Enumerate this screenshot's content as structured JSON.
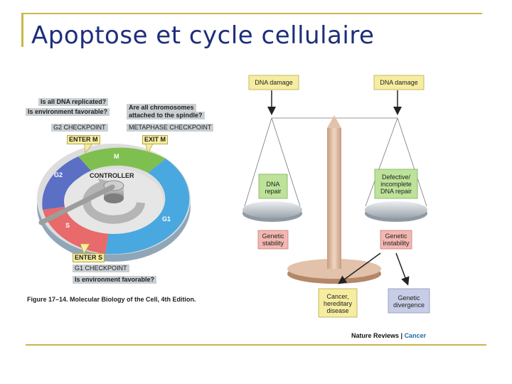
{
  "slide": {
    "title": "Apoptose et cycle cellulaire"
  },
  "cell_cycle_figure": {
    "g2_question_1": "Is all DNA replicated?",
    "g2_question_2": "Is environment favorable?",
    "g2_checkpoint": "G2 CHECKPOINT",
    "enter_m": "ENTER M",
    "metaphase_question_line1": "Are all chromosomes",
    "metaphase_question_line2": "attached to the spindle?",
    "metaphase_checkpoint": "METAPHASE CHECKPOINT",
    "exit_m": "EXIT M",
    "controller": "CONTROLLER",
    "phase_m": "M",
    "phase_g2": "G2",
    "phase_g1": "G1",
    "phase_s": "S",
    "enter_s": "ENTER S",
    "g1_checkpoint": "G1 CHECKPOINT",
    "g1_question": "Is environment favorable?",
    "caption": "Figure 17–14. Molecular Biology of the Cell, 4th Edition."
  },
  "scale_figure": {
    "dna_damage_left": "DNA damage",
    "dna_damage_right": "DNA damage",
    "dna_repair_line1": "DNA",
    "dna_repair_line2": "repair",
    "defective_line1": "Defective/",
    "defective_line2": "incomplete",
    "defective_line3": "DNA repair",
    "genetic_stability_line1": "Genetic",
    "genetic_stability_line2": "stability",
    "genetic_instability_line1": "Genetic",
    "genetic_instability_line2": "instability",
    "cancer_line1": "Cancer,",
    "cancer_line2": "hereditary",
    "cancer_line3": "disease",
    "divergence_line1": "Genetic",
    "divergence_line2": "divergence",
    "credit_journal": "Nature Reviews",
    "credit_separator": " | ",
    "credit_topic": "Cancer"
  },
  "colors": {
    "title": "#1d2e7a",
    "decoration": "#c8b84a",
    "phase_m": "#7fbf4f",
    "phase_g1": "#4aa8e0",
    "phase_s": "#e86a6a",
    "phase_g2": "#5b6fc4",
    "yellow_box": "#f6eda1",
    "scale_pillar": "#d9b59a",
    "green_box": "#bde39a",
    "pink_box": "#f3b7b1",
    "blue_box": "#c7cde6"
  }
}
